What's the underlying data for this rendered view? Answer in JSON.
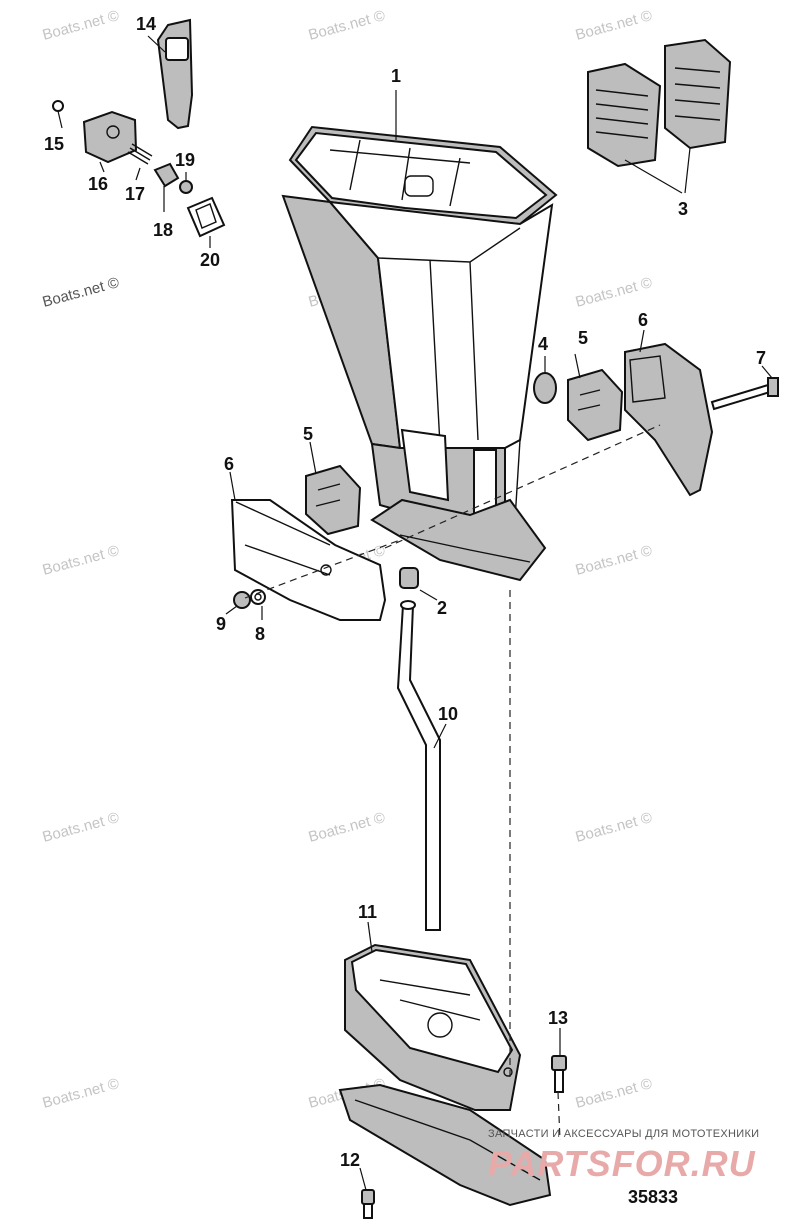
{
  "diagram": {
    "number": "35833",
    "callouts": {
      "c1": "1",
      "c2": "2",
      "c3": "3",
      "c4": "4",
      "c5a": "5",
      "c5b": "5",
      "c6a": "6",
      "c6b": "6",
      "c7": "7",
      "c8": "8",
      "c9": "9",
      "c10": "10",
      "c11": "11",
      "c12": "12",
      "c13": "13",
      "c14": "14",
      "c15": "15",
      "c16": "16",
      "c17": "17",
      "c18": "18",
      "c19": "19",
      "c20": "20"
    }
  },
  "watermark": {
    "text": "Boats.net ©"
  },
  "store_badge": {
    "tagline": "ЗАПЧАСТИ И АКСЕССУАРЫ ДЛЯ МОТОТЕХНИКИ",
    "logo": "PARTSFOR.RU"
  }
}
